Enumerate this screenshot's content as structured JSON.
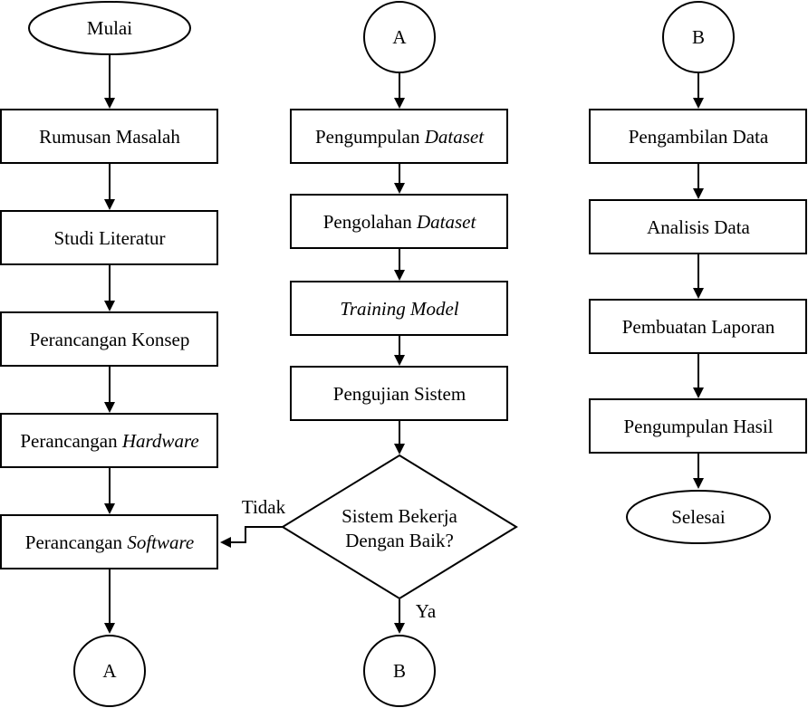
{
  "start": {
    "label": "Mulai"
  },
  "col1": {
    "rumusan": "Rumusan Masalah",
    "studi": "Studi Literatur",
    "konsep": "Perancangan Konsep",
    "hardware_pre": "Perancangan ",
    "hardware_em": "Hardware",
    "software_pre": "Perancangan ",
    "software_em": "Software",
    "connector_a": "A"
  },
  "col2": {
    "connector_a": "A",
    "pengumpulan_pre": "Pengumpulan ",
    "pengumpulan_em": "Dataset",
    "pengolahan_pre": "Pengolahan ",
    "pengolahan_em": "Dataset",
    "training": "Training Model",
    "pengujian": "Pengujian Sistem",
    "decision_line1": "Sistem Bekerja",
    "decision_line2": "Dengan Baik?",
    "tidak": "Tidak",
    "ya": "Ya",
    "connector_b": "B"
  },
  "col3": {
    "connector_b": "B",
    "pengambilan": "Pengambilan Data",
    "analisis": "Analisis Data",
    "laporan": "Pembuatan Laporan",
    "hasil": "Pengumpulan Hasil"
  },
  "end": {
    "label": "Selesai"
  }
}
